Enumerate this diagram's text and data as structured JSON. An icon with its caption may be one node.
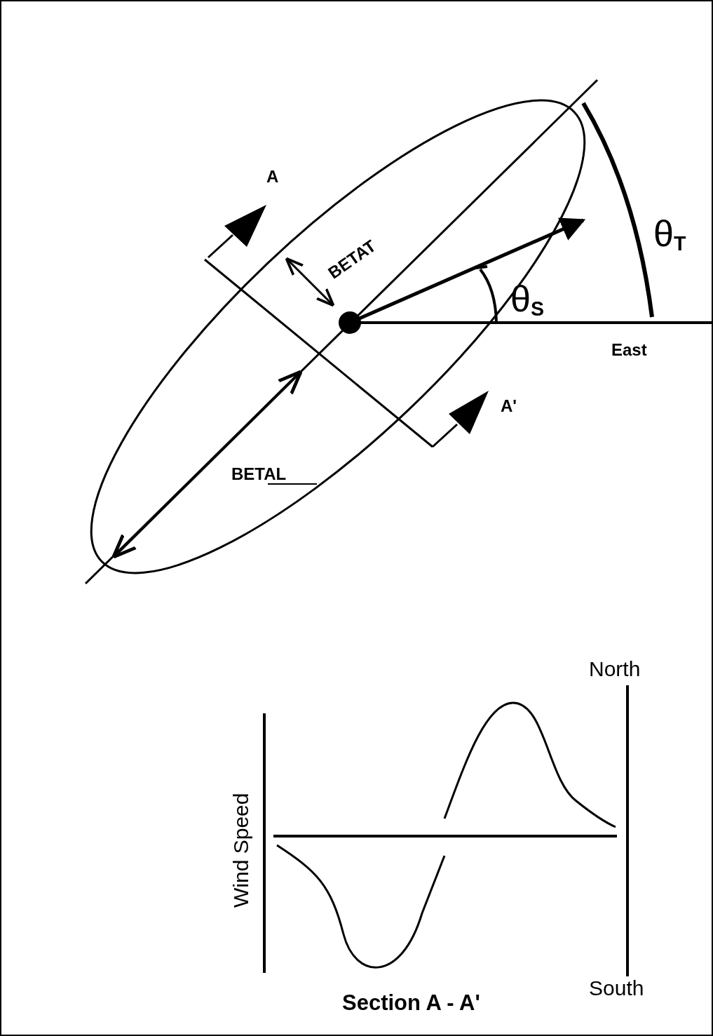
{
  "diagram": {
    "caption": "Section A - A'",
    "labels": [
      "A",
      "BETAT",
      "θ$_{T}$",
      "θ$_{S}$",
      "East",
      "A'",
      "BETAL",
      "North",
      "Wind Speed",
      "South"
    ]
  }
}
